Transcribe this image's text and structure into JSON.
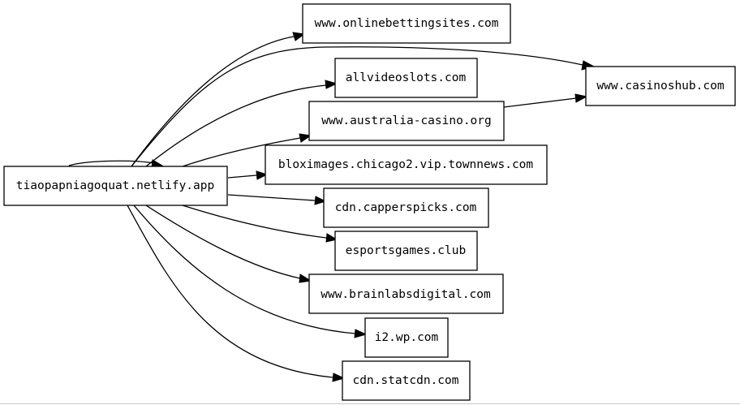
{
  "graph": {
    "nodes": [
      {
        "id": "source",
        "label": "tiaopapniagoquat.netlify.app"
      },
      {
        "id": "onlinebetting",
        "label": "www.onlinebettingsites.com"
      },
      {
        "id": "casinoshub",
        "label": "www.casinoshub.com"
      },
      {
        "id": "allvideoslots",
        "label": "allvideoslots.com"
      },
      {
        "id": "australiacasino",
        "label": "www.australia-casino.org"
      },
      {
        "id": "bloximages",
        "label": "bloximages.chicago2.vip.townnews.com"
      },
      {
        "id": "capperspicks",
        "label": "cdn.capperspicks.com"
      },
      {
        "id": "esportsgames",
        "label": "esportsgames.club"
      },
      {
        "id": "brainlabs",
        "label": "www.brainlabsdigital.com"
      },
      {
        "id": "i2wp",
        "label": "i2.wp.com"
      },
      {
        "id": "statcdn",
        "label": "cdn.statcdn.com"
      }
    ],
    "edges": [
      {
        "from": "source",
        "to": "source"
      },
      {
        "from": "source",
        "to": "onlinebetting"
      },
      {
        "from": "source",
        "to": "casinoshub"
      },
      {
        "from": "source",
        "to": "allvideoslots"
      },
      {
        "from": "source",
        "to": "australiacasino"
      },
      {
        "from": "source",
        "to": "bloximages"
      },
      {
        "from": "source",
        "to": "capperspicks"
      },
      {
        "from": "source",
        "to": "esportsgames"
      },
      {
        "from": "source",
        "to": "brainlabs"
      },
      {
        "from": "source",
        "to": "i2wp"
      },
      {
        "from": "source",
        "to": "statcdn"
      },
      {
        "from": "australiacasino",
        "to": "casinoshub"
      }
    ]
  }
}
